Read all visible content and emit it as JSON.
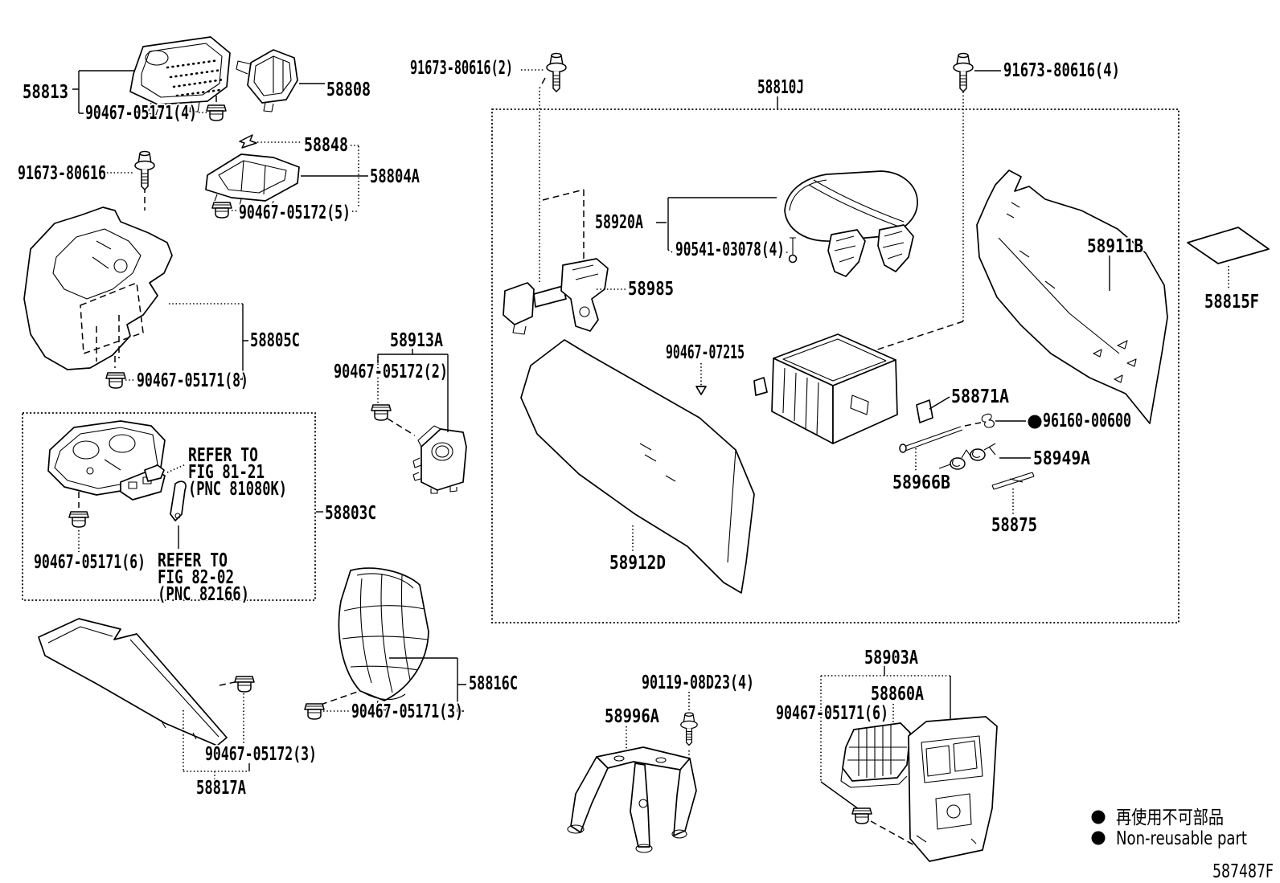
{
  "figure": {
    "id_code": "587487F",
    "legend": {
      "jp": "再使用不可部品",
      "en": "Non-reusable part"
    },
    "colors": {
      "ink": "#000000",
      "paper": "#ffffff"
    }
  },
  "labels": {
    "l58813": "58813",
    "l90467_05171_4": "90467-05171(4)",
    "l58808": "58808",
    "l58848": "58848",
    "l58804A": "58804A",
    "l90467_05172_5": "90467-05172(5)",
    "l91673_80616": "91673-80616",
    "l58805C": "58805C",
    "l90467_05171_8": "90467-05171(8)",
    "l58913A": "58913A",
    "l90467_05172_2": "90467-05172(2)",
    "l58803C": "58803C",
    "l90467_05171_6a": "90467-05171(6)",
    "l58817A": "58817A",
    "l90467_05172_3": "90467-05172(3)",
    "l58816C": "58816C",
    "l90467_05171_3": "90467-05171(3)",
    "l91673_80616_2": "91673-80616(2)",
    "l58810J": "58810J",
    "l91673_80616_4": "91673-80616(4)",
    "l58920A": "58920A",
    "l90541_03078_4": "90541-03078(4)",
    "l58985": "58985",
    "l90467_07215": "90467-07215",
    "l58911B": "58911B",
    "l58815F": "58815F",
    "l58871A": "58871A",
    "l96160_00600": "96160-00600",
    "l58949A": "58949A",
    "l58966B": "58966B",
    "l58875": "58875",
    "l58912D": "58912D",
    "l90119_08D23_4": "90119-08D23(4)",
    "l58996A": "58996A",
    "l58903A": "58903A",
    "l58860A": "58860A",
    "l90467_05171_6b": "90467-05171(6)"
  },
  "notes": {
    "refer_fig_81_21": [
      "REFER TO",
      "FIG 81-21",
      "(PNC 81080K)"
    ],
    "refer_fig_82_02": [
      "REFER TO",
      "FIG 82-02",
      "(PNC 82166)"
    ]
  }
}
